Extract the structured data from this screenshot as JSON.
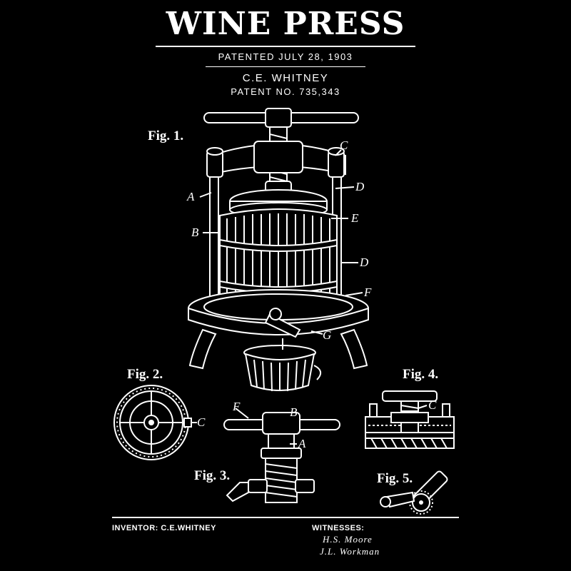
{
  "header": {
    "title": "WINE PRESS",
    "patented": "PATENTED JULY 28, 1903",
    "inventor_name": "C.E. WHITNEY",
    "patent_no": "PATENT NO. 735,343"
  },
  "figures": {
    "fig1": "Fig. 1.",
    "fig2": "Fig. 2.",
    "fig3": "Fig. 3.",
    "fig4": "Fig. 4.",
    "fig5": "Fig. 5."
  },
  "labels": {
    "A": "A",
    "B": "B",
    "C": "C",
    "D": "D",
    "E": "E",
    "F": "F",
    "G": "G"
  },
  "footer": {
    "inventor": "INVENTOR: C.E.WHITNEY",
    "witnesses_label": "WITNESSES:",
    "witness1": "H.S. Moore",
    "witness2": "J.L. Workman"
  },
  "colors": {
    "background": "#000000",
    "ink": "#ffffff"
  }
}
